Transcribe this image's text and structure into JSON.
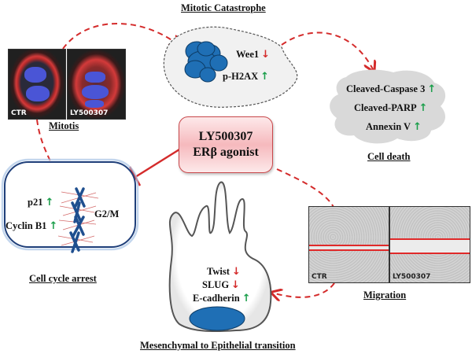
{
  "central_agent": {
    "line1": "LY500307",
    "line2": "ERβ agonist",
    "fill": "#f6b9bd",
    "border": "#c9474a"
  },
  "mitotic_catastrophe": {
    "title": "Mitotic Catastrophe",
    "markers": [
      {
        "name": "Wee1",
        "direction": "down"
      },
      {
        "name": "p-H2AX",
        "direction": "up"
      }
    ]
  },
  "cell_death": {
    "title": "Cell death",
    "markers": [
      {
        "name": "Cleaved-Caspase 3",
        "direction": "up"
      },
      {
        "name": "Cleaved-PARP",
        "direction": "up"
      },
      {
        "name": "Annexin V",
        "direction": "up"
      }
    ]
  },
  "mitosis": {
    "title": "Mitotis",
    "panels": [
      {
        "label": "CTR"
      },
      {
        "label": "LY500307"
      }
    ]
  },
  "cell_cycle_arrest": {
    "title": "Cell cycle arrest",
    "phase": "G2/M",
    "markers": [
      {
        "name": "p21",
        "direction": "up"
      },
      {
        "name": "Cyclin B1",
        "direction": "up"
      }
    ]
  },
  "emt": {
    "title": "Mesenchymal to Epithelial transition",
    "markers": [
      {
        "name": "Twist",
        "direction": "down"
      },
      {
        "name": "SLUG",
        "direction": "down"
      },
      {
        "name": "E-cadherin",
        "direction": "up"
      }
    ]
  },
  "migration": {
    "title": "Migration",
    "panels": [
      {
        "label": "CTR"
      },
      {
        "label": "LY500307"
      }
    ]
  },
  "arrows": {
    "up_glyph": "↑",
    "down_glyph": "↓",
    "up_color": "#1a9e4a",
    "down_color": "#d42b2b",
    "connector_color": "#d42b2b"
  }
}
